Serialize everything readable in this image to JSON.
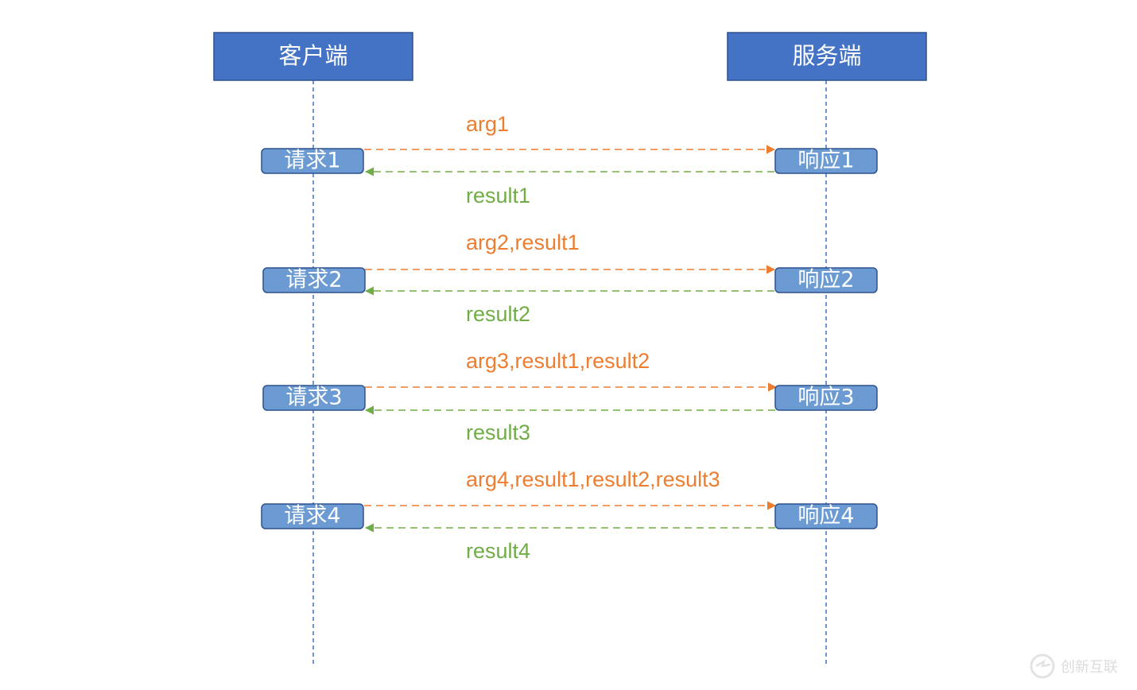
{
  "actors": {
    "client": "客户端",
    "server": "服务端"
  },
  "exchanges": [
    {
      "request": "请求1",
      "response": "响应1",
      "args": "arg1",
      "result": "result1"
    },
    {
      "request": "请求2",
      "response": "响应2",
      "args": "arg2,result1",
      "result": "result2"
    },
    {
      "request": "请求3",
      "response": "响应3",
      "args": "arg3,result1,result2",
      "result": "result3"
    },
    {
      "request": "请求4",
      "response": "响应4",
      "args": "arg4,result1,result2,result3",
      "result": "result4"
    }
  ],
  "colors": {
    "actor_fill": "#4472c4",
    "activation_fill": "#6b9bd2",
    "request_arrow": "#ed7d31",
    "response_arrow": "#70ad47"
  },
  "watermark": "创新互联"
}
